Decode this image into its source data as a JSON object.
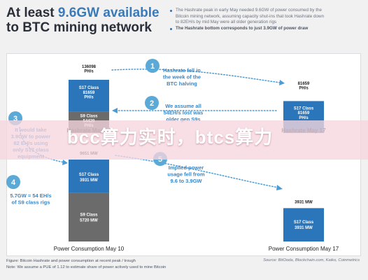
{
  "header": {
    "title_line1_prefix": "At least ",
    "title_line1_accent": "9.6GW available",
    "title_line2": "to BTC mining network"
  },
  "notes": [
    {
      "text": "The Hashrate peak in early May needed 9.6GW of power consumed by the",
      "bold": false,
      "bullet": true
    },
    {
      "text": "Bitcoin mining network, assuming capacity shut-ins that took Hashrate down",
      "bold": false,
      "bullet": false
    },
    {
      "text": "to 82EH/s by mid May were all older generation rigs",
      "bold": false,
      "bullet": false
    },
    {
      "text": "The Hashrate bottom corresponds to just 3.9GW of power draw",
      "bold": true,
      "bullet": true
    }
  ],
  "chart_data": [
    {
      "type": "bar",
      "title": "Hashrate",
      "categories": [
        "Hashrate May 10",
        "Hashrate May 17"
      ],
      "top_labels": [
        "136098\nPH/s",
        "81659\nPH/s"
      ],
      "series": [
        {
          "name": "S17 Class",
          "values": [
            81659,
            81659
          ],
          "value_labels": [
            "81659\nPH/s",
            "81659\nPH/s"
          ],
          "color": "#2b75bb"
        },
        {
          "name": "S9 Class",
          "values": [
            54439,
            0
          ],
          "value_labels": [
            "54439\nPH/s",
            ""
          ],
          "color": "#6b6b6b"
        }
      ]
    },
    {
      "type": "bar",
      "title": "Power Consumption",
      "categories": [
        "Power Consumption May 10",
        "Power Consumption May 17"
      ],
      "top_labels": [
        "9651 MW",
        "3931 MW"
      ],
      "series": [
        {
          "name": "S17 Class",
          "values": [
            3931,
            3931
          ],
          "value_labels": [
            "3931 MW",
            "3931 MW"
          ],
          "color": "#2b75bb"
        },
        {
          "name": "S9 Class",
          "values": [
            5720,
            0
          ],
          "value_labels": [
            "5720 MW",
            ""
          ],
          "color": "#6b6b6b"
        }
      ]
    }
  ],
  "annotations": [
    {
      "num": "1",
      "text": "Hashrate fell in\nthe week  of the\nBTC halving"
    },
    {
      "num": "2",
      "text": "We assume all\n54EH/s lost was\nolder gen S9s"
    },
    {
      "num": "3",
      "text": "It would take\n3.9GW to power\n82 EH/s using\nonly S17 class\nequipment"
    },
    {
      "num": "4",
      "text": "5.7GW = 54 EH/s\nof S9 class rigs"
    },
    {
      "num": "5",
      "text": "Implied power\nusage fell from\n9.6 to 3.9GW"
    }
  ],
  "footer": {
    "line1": "Figure: Bitcoin Hashrate and power consumption at recent peak / trough",
    "line2": "Note: We assume a PUE of 1.12 to estimate share of power actively used to mine Bitcoin",
    "source": "Source: BitOoda, Blockchain.com, Kaiko, Coinmetrics"
  },
  "watermark": {
    "text": "bcc算力实时，btcs算力"
  },
  "colors": {
    "accent": "#3b7ab8",
    "s17": "#2b75bb",
    "s9": "#6b6b6b",
    "badge": "#5aa9d6",
    "annotation_text": "#3a86c4",
    "dotted": "#4a9bd6"
  }
}
